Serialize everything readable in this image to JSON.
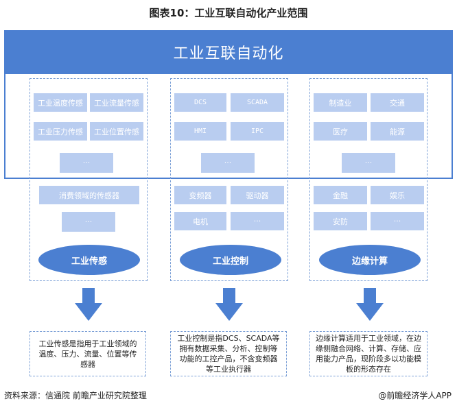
{
  "title": "图表10：工业互联自动化产业范围",
  "banner": "工业互联自动化",
  "columns": [
    {
      "cells": [
        "工业温度传感",
        "工业流量传感",
        "工业压力传感",
        "工业位置传感",
        "···",
        "消费领域的传感器",
        "···"
      ],
      "category": "工业传感",
      "description": "工业传感是指用于工业领域的温度、压力、流量、位置等传感器"
    },
    {
      "cells": [
        "DCS",
        "SCADA",
        "HMI",
        "IPC",
        "···",
        "变频器",
        "驱动器",
        "电机",
        "···"
      ],
      "category": "工业控制",
      "description": "工业控制是指DCS、SCADA等拥有数据采集、分析、控制等功能的工控产品，不含变频器等工业执行器"
    },
    {
      "cells": [
        "制造业",
        "交通",
        "医疗",
        "能源",
        "···",
        "金融",
        "娱乐",
        "安防",
        "···"
      ],
      "category": "边缘计算",
      "description": "边缘计算适用于工业领域，在边缘侧融合网络、计算、存储、应用能力产品，现阶段多以功能模板的形态存在"
    }
  ],
  "footer": {
    "source": "资料来源：信通院 前瞻产业研究院整理",
    "brand": "@前瞻经济学人APP"
  },
  "colors": {
    "accent": "#4b7fd1",
    "cell": "#b9cdf0",
    "dashed": "#7a9fd6"
  }
}
